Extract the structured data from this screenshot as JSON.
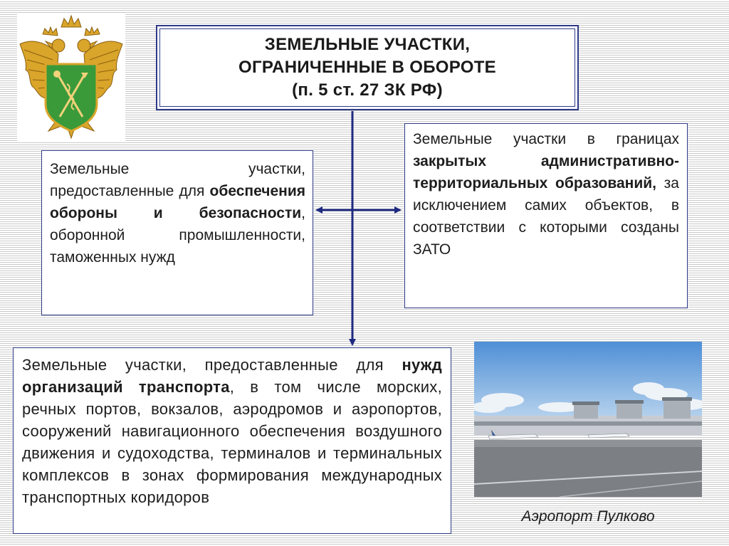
{
  "emblem_name": "customs-emblem",
  "title": {
    "line1": "ЗЕМЕЛЬНЫЕ УЧАСТКИ,",
    "line2": "ОГРАНИЧЕННЫЕ В ОБОРОТЕ",
    "line3": "(п. 5 ст. 27 ЗК РФ)"
  },
  "left_box": {
    "text_before": "Земельные участки, предоставленные для ",
    "bold": "обеспечения обороны и безопасности",
    "text_after": ", оборонной промышленности, таможенных нужд"
  },
  "right_box": {
    "text_before": "Земельные участки в границах ",
    "bold": "закрытых административно-территориальных образований,",
    "text_after": " за исключением самих объектов, в соответствии с которыми созданы ЗАТО"
  },
  "bottom_box": {
    "text_before": "Земельные участки, предоставленные для ",
    "bold": "нужд организаций транспорта",
    "text_after": ", в том числе морских, речных портов, вокзалов, аэродромов и аэропортов, сооружений навигационного обеспечения воздушного движения и судоходства, терминалов и терминальных комплексов в зонах формирования международных транспортных коридоров"
  },
  "photo": {
    "caption": "Аэропорт Пулково"
  },
  "colors": {
    "border": "#2e3a87",
    "arrow": "#1f2a80",
    "shield_green": "#3a9a3a",
    "eagle_gold": "#d9a52a"
  }
}
